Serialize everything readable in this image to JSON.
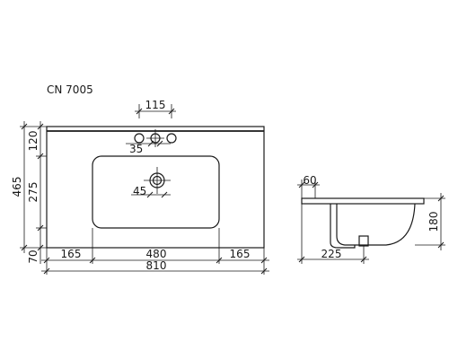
{
  "model": "CN 7005",
  "dimensions": {
    "tap_hole_spacing": "115",
    "tap_hole_diameter": "35",
    "drain_diameter": "45",
    "total_height": "465",
    "back_deck": "120",
    "bowl_depth": "275",
    "front_edge": "70",
    "left_margin": "165",
    "bowl_width": "480",
    "right_margin": "165",
    "total_width": "810",
    "slab_thickness": "60",
    "side_depth": "225",
    "side_height": "180"
  }
}
